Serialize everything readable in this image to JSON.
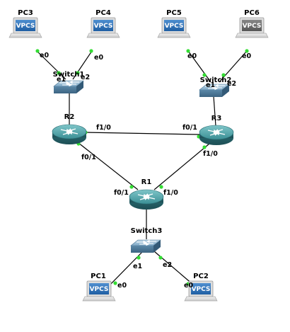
{
  "topology": {
    "nodes": {
      "pc3": {
        "label": "PC3",
        "badge": "VPCS"
      },
      "pc4": {
        "label": "PC4",
        "badge": "VPCS"
      },
      "pc5": {
        "label": "PC5",
        "badge": "VPCS"
      },
      "pc6": {
        "label": "PC6",
        "badge": "VPCS"
      },
      "pc1": {
        "label": "PC1",
        "badge": "VPCS"
      },
      "pc2": {
        "label": "PC2",
        "badge": "VPCS"
      },
      "switch1": {
        "label": "Switch1"
      },
      "switch2": {
        "label": "Switch2"
      },
      "switch3": {
        "label": "Switch3"
      },
      "r1": {
        "label": "R1"
      },
      "r2": {
        "label": "R2"
      },
      "r3": {
        "label": "R3"
      }
    },
    "ports": {
      "pc3_e0": "e0",
      "pc4_e0": "e0",
      "sw1_e1": "e1",
      "sw1_e2": "e2",
      "pc5_e0": "e0",
      "pc6_e0": "e0",
      "sw2_e1": "e1",
      "sw2_e2": "e2",
      "r2_f10": "f1/0",
      "r2_f01": "f0/1",
      "r3_f01": "f0/1",
      "r3_f10": "f1/0",
      "r1_f01": "f0/1",
      "r1_f10": "f1/0",
      "sw3_e1": "e1",
      "sw3_e2": "e2",
      "pc1_e0": "e0",
      "pc2_e0": "e0"
    },
    "colors": {
      "link": "#000000",
      "link_status": "#33dd33",
      "router": "#2f7f85",
      "switch": "#5a8fb0",
      "vpcs_screen": "#2a6cb0",
      "vpcs_screen_alt": "#666666"
    }
  }
}
